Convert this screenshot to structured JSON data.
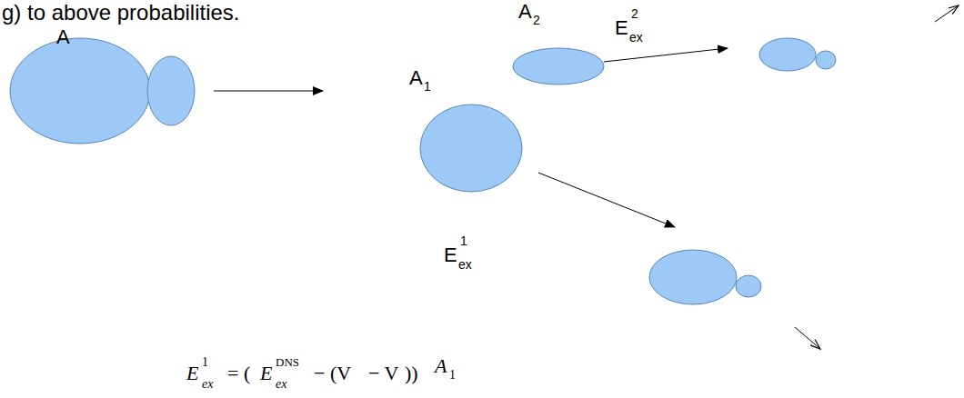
{
  "diagram": {
    "nodes": [
      {
        "text": [
          "A"
        ]
      },
      {
        "text": [
          "A",
          "1"
        ]
      },
      {
        "text": [
          "A",
          "2"
        ]
      }
    ],
    "labels": [
      "g) to above probabilities.",
      "E",
      "ex",
      "2",
      "E",
      "ex",
      "1",
      "E",
      "1",
      "ex",
      "= (",
      "E",
      "DNS",
      "ex",
      "− (V",
      "− V",
      "))",
      "A",
      "1"
    ]
  }
}
